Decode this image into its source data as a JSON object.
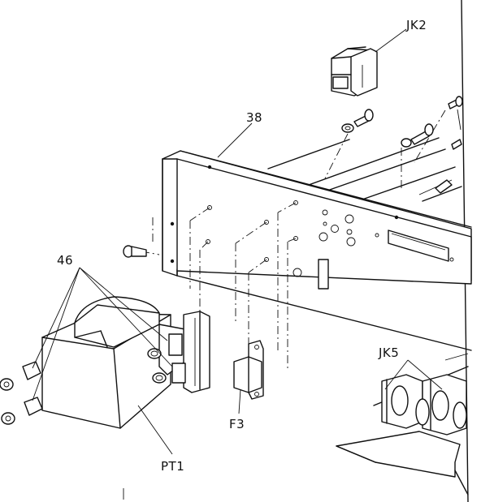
{
  "callouts": {
    "jk2": "JK2",
    "part38": "38",
    "part46": "46",
    "jk5": "JK5",
    "f3": "F3",
    "pt1": "PT1"
  },
  "colors": {
    "line": "#111111",
    "background": "#ffffff"
  }
}
